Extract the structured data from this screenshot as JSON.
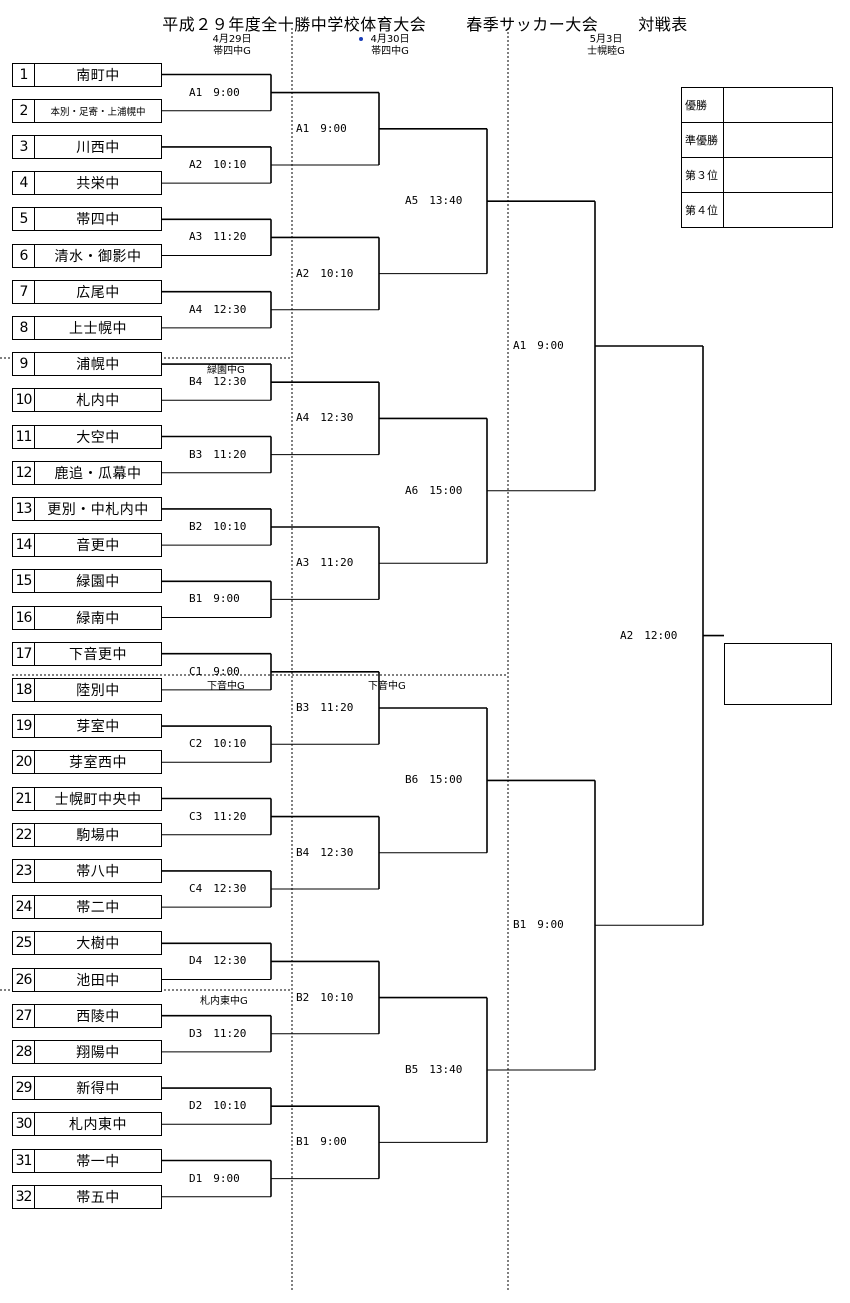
{
  "title_main": "平成２９年度全十勝中学校体育大会",
  "title_sub": "春季サッカー大会",
  "title_suffix": "対戦表",
  "headers": [
    {
      "date": "4月29日",
      "venue": "帯四中G"
    },
    {
      "date": "4月30日",
      "venue": "帯四中G"
    },
    {
      "date": "5月3日",
      "venue": "士幌睦G"
    }
  ],
  "venue_labels": {
    "block_b_r1": "緑園中G",
    "block_c_r1": "下音中G",
    "block_c_r2": "下音中G",
    "block_d_r1": "札内東中G"
  },
  "teams": [
    {
      "num": "1",
      "name": "南町中"
    },
    {
      "num": "2",
      "name": "本別・足寄・上浦幌中"
    },
    {
      "num": "3",
      "name": "川西中"
    },
    {
      "num": "4",
      "name": "共栄中"
    },
    {
      "num": "5",
      "name": "帯四中"
    },
    {
      "num": "6",
      "name": "清水・御影中"
    },
    {
      "num": "7",
      "name": "広尾中"
    },
    {
      "num": "8",
      "name": "上士幌中"
    },
    {
      "num": "9",
      "name": "浦幌中"
    },
    {
      "num": "10",
      "name": "札内中"
    },
    {
      "num": "11",
      "name": "大空中"
    },
    {
      "num": "12",
      "name": "鹿追・瓜幕中"
    },
    {
      "num": "13",
      "name": "更別・中札内中"
    },
    {
      "num": "14",
      "name": "音更中"
    },
    {
      "num": "15",
      "name": "緑園中"
    },
    {
      "num": "16",
      "name": "緑南中"
    },
    {
      "num": "17",
      "name": "下音更中"
    },
    {
      "num": "18",
      "name": "陸別中"
    },
    {
      "num": "19",
      "name": "芽室中"
    },
    {
      "num": "20",
      "name": "芽室西中"
    },
    {
      "num": "21",
      "name": "士幌町中央中"
    },
    {
      "num": "22",
      "name": "駒場中"
    },
    {
      "num": "23",
      "name": "帯八中"
    },
    {
      "num": "24",
      "name": "帯二中"
    },
    {
      "num": "25",
      "name": "大樹中"
    },
    {
      "num": "26",
      "name": "池田中"
    },
    {
      "num": "27",
      "name": "西陵中"
    },
    {
      "num": "28",
      "name": "翔陽中"
    },
    {
      "num": "29",
      "name": "新得中"
    },
    {
      "num": "30",
      "name": "札内東中"
    },
    {
      "num": "31",
      "name": "帯一中"
    },
    {
      "num": "32",
      "name": "帯五中"
    }
  ],
  "round1": [
    "A1　9:00",
    "A2　10:10",
    "A3　11:20",
    "A4　12:30",
    "B4　12:30",
    "B3　11:20",
    "B2　10:10",
    "B1　9:00",
    "C1　9:00",
    "C2　10:10",
    "C3　11:20",
    "C4　12:30",
    "D4　12:30",
    "D3　11:20",
    "D2　10:10",
    "D1　9:00"
  ],
  "round2": [
    "A1　9:00",
    "A2　10:10",
    "A4　12:30",
    "A3　11:20",
    "B3　11:20",
    "B4　12:30",
    "B2　10:10",
    "B1　9:00"
  ],
  "round3": [
    "A5　13:40",
    "A6　15:00",
    "B6　15:00",
    "B5　13:40"
  ],
  "round4": [
    "A1　9:00",
    "B1　9:00"
  ],
  "final": "A2　12:00",
  "ranking": [
    "優勝",
    "準優勝",
    "第３位",
    "第４位"
  ]
}
